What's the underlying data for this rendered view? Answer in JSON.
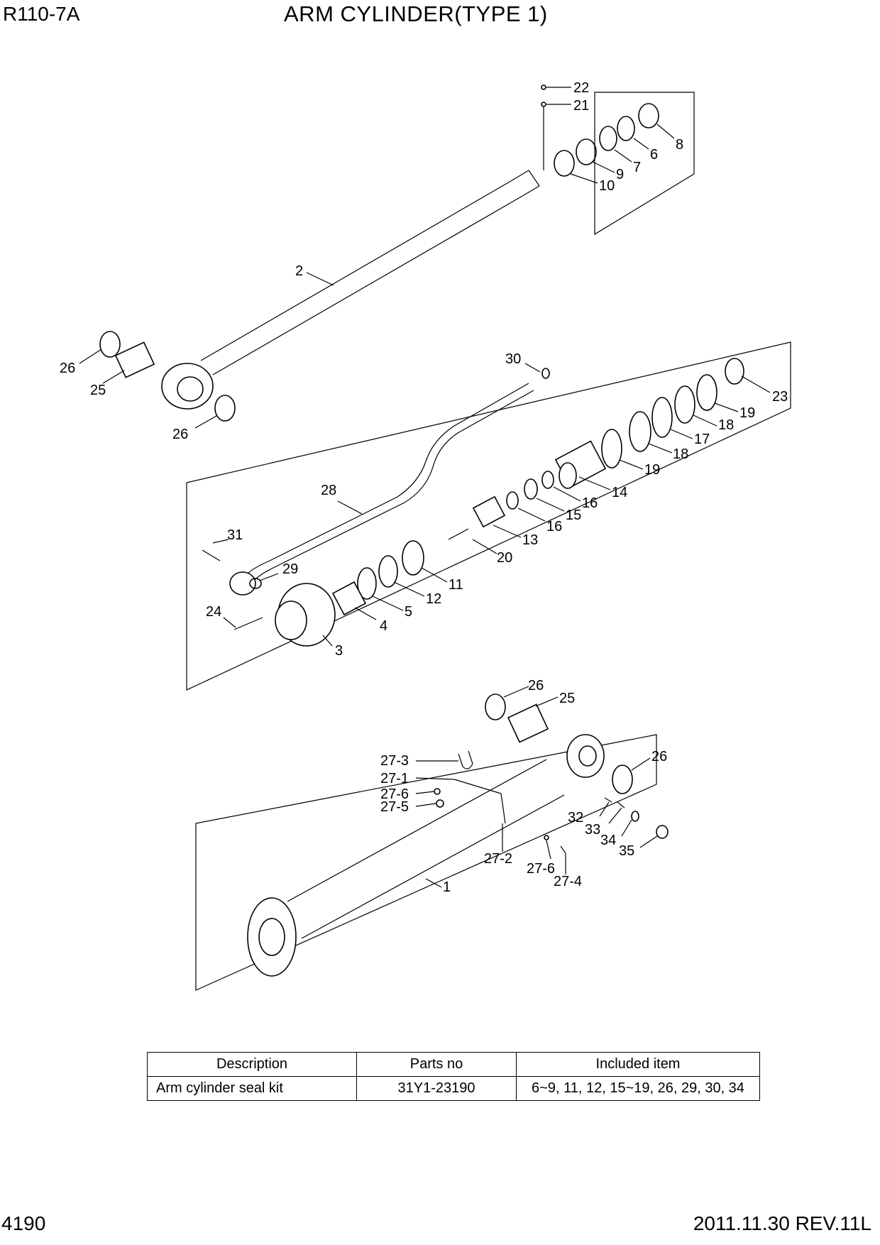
{
  "header": {
    "model": "R110-7A",
    "title": "ARM CYLINDER(TYPE 1)"
  },
  "footer": {
    "page_number": "4190",
    "revision": "2011.11.30  REV.11L"
  },
  "callouts": {
    "c22": "22",
    "c21": "21",
    "c8": "8",
    "c6": "6",
    "c7": "7",
    "c9": "9",
    "c10": "10",
    "c2": "2",
    "c26a": "26",
    "c25a": "25",
    "c26b": "26",
    "c30": "30",
    "c23": "23",
    "c19a": "19",
    "c18a": "18",
    "c17": "17",
    "c18b": "18",
    "c19b": "19",
    "c14": "14",
    "c16a": "16",
    "c15": "15",
    "c16b": "16",
    "c13": "13",
    "c28": "28",
    "c31": "31",
    "c29": "29",
    "c20": "20",
    "c11": "11",
    "c12": "12",
    "c5": "5",
    "c4": "4",
    "c24": "24",
    "c3": "3",
    "c26c": "26",
    "c25b": "25",
    "c26d": "26",
    "c27_3": "27-3",
    "c27_1": "27-1",
    "c27_6a": "27-6",
    "c27_5": "27-5",
    "c32": "32",
    "c33": "33",
    "c34": "34",
    "c35": "35",
    "c27_2": "27-2",
    "c27_6b": "27-6",
    "c27_4": "27-4",
    "c1": "1"
  },
  "kit_table": {
    "headers": {
      "description": "Description",
      "parts_no": "Parts no",
      "included": "Included item"
    },
    "rows": [
      {
        "description": "Arm cylinder seal kit",
        "parts_no": "31Y1-23190",
        "included": "6~9, 11, 12, 15~19, 26, 29, 30, 34"
      }
    ]
  }
}
